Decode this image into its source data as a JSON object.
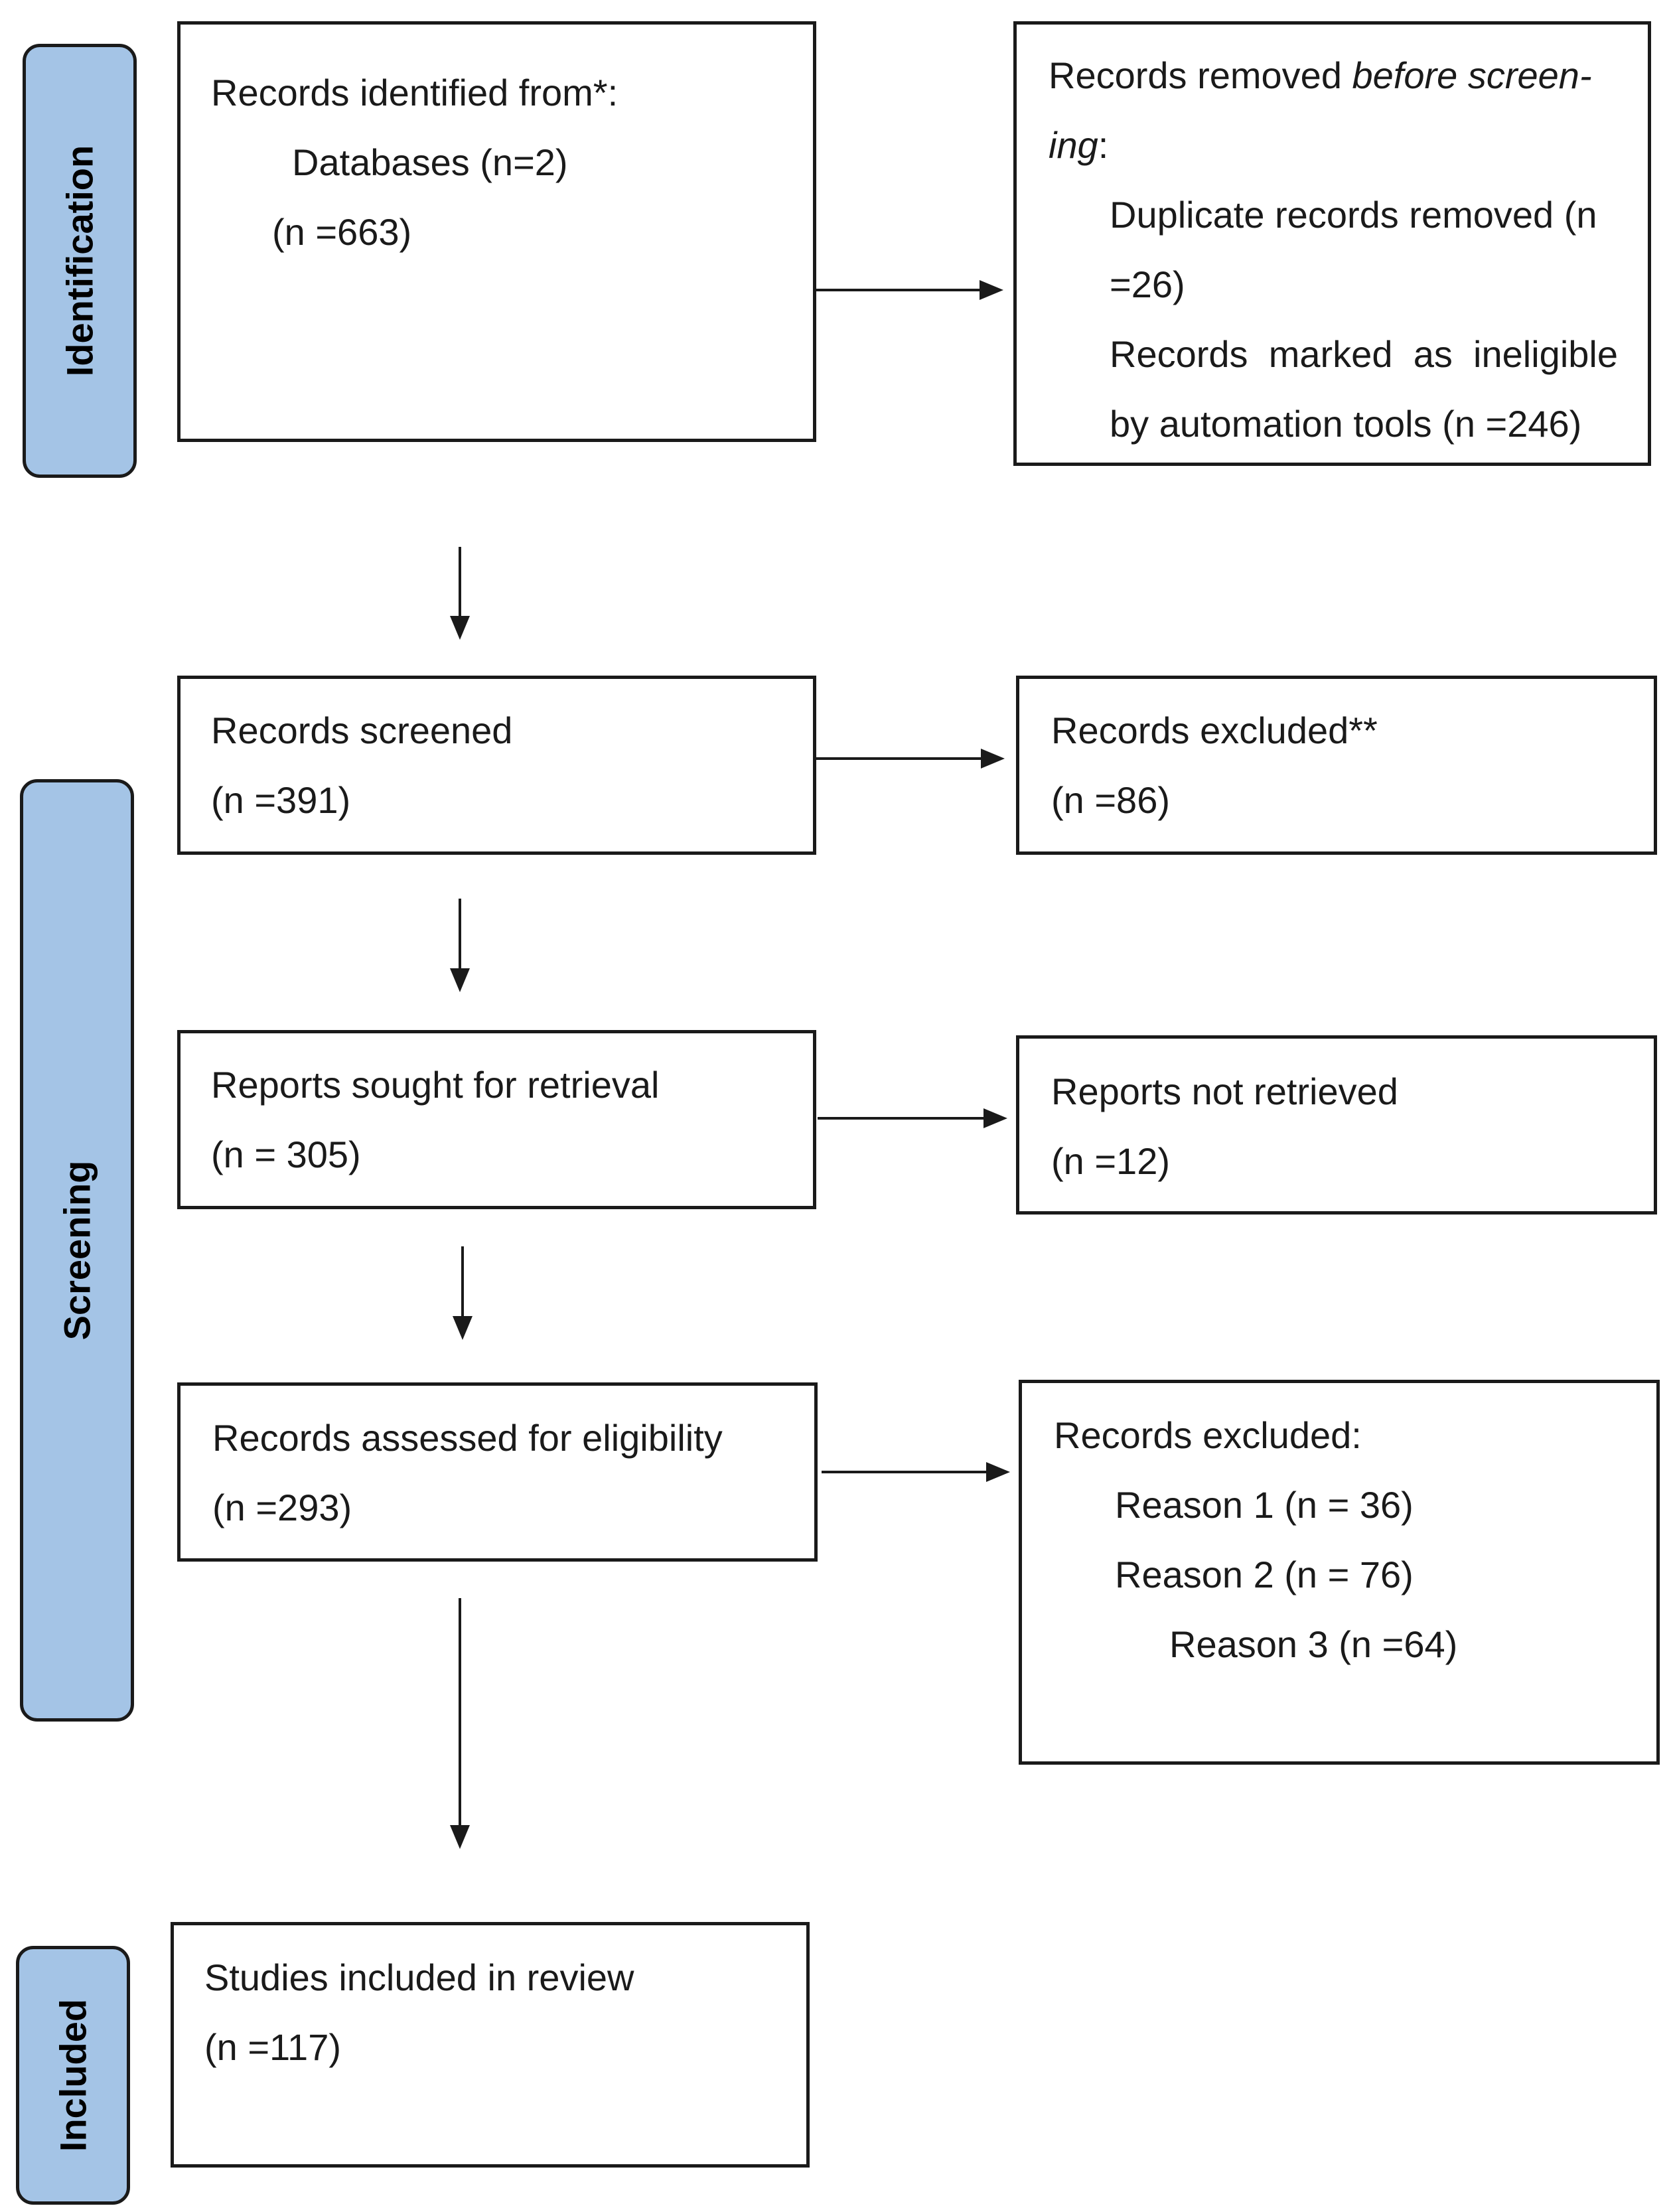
{
  "phases": {
    "identification": "Identification",
    "screening": "Screening",
    "included": "Included"
  },
  "identified": {
    "line1": "Records identified from*:",
    "line2": "Databases (n=2)",
    "line3": "(n =663)"
  },
  "removed": {
    "line1_prefix": "Records removed ",
    "line1_italic": "before screen-",
    "line2_italic": "ing",
    "line2_suffix": ":",
    "duplicate_a": "Duplicate records removed (n",
    "duplicate_b": "=26)",
    "ineligible_a": "Records marked as ineligible",
    "ineligible_b": "by automation tools (n =246)"
  },
  "screened": {
    "line1": "Records screened",
    "line2": "(n =391)"
  },
  "excluded_screen": {
    "line1": "Records excluded**",
    "line2": "(n =86)"
  },
  "sought": {
    "line1": "Reports sought for retrieval",
    "line2": "(n = 305)"
  },
  "not_retrieved": {
    "line1": "Reports not retrieved",
    "line2": "(n =12)"
  },
  "assessed": {
    "line1": "Records assessed for eligibility",
    "line2": "(n =293)"
  },
  "excluded_reasons": {
    "title": "Records excluded:",
    "reason1": "Reason 1 (n = 36)",
    "reason2": "Reason 2 (n = 76)",
    "reason3": "Reason 3 (n =64)"
  },
  "included_box": {
    "line1": "Studies included in review",
    "line2": "(n =117)"
  }
}
